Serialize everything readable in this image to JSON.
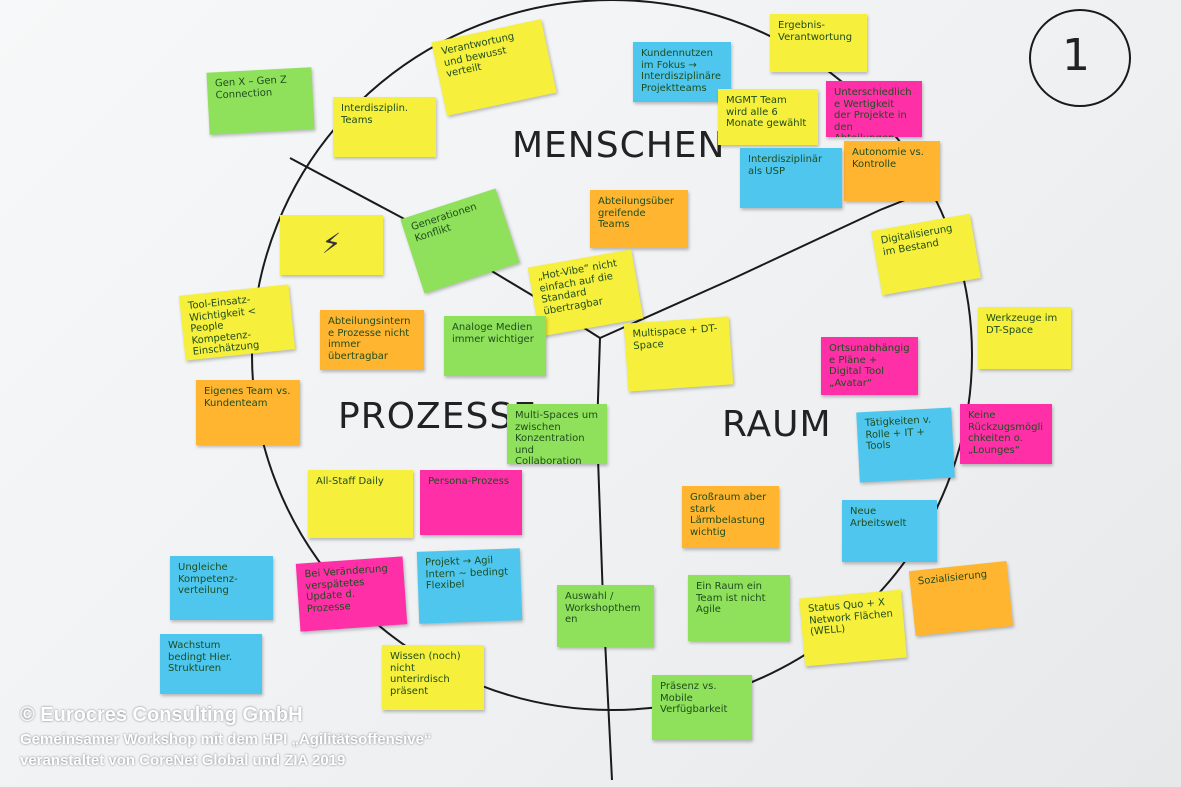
{
  "section_labels": {
    "menschen": "MENSCHEN",
    "prozesse": "PROZESSE",
    "raum": "RAUM",
    "corner_number": "1"
  },
  "footer": {
    "copyright": "© Eurocres Consulting GmbH",
    "line1": "Gemeinsamer Workshop mit dem HPI „Agilitätsoffensive“",
    "line2": "veranstaltet von CoreNet Global und ZIA 2019"
  },
  "notes": [
    {
      "text": "Gen X – Gen Z Connection",
      "color": "#8fe05a"
    },
    {
      "text": "Interdisziplin. Teams",
      "color": "#f6ef3c"
    },
    {
      "text": "Verantwortung und bewusst verteilt",
      "color": "#f6ef3c"
    },
    {
      "text": "Kundennutzen im Fokus → Interdisziplinäre Projektteams",
      "color": "#4fc6ee"
    },
    {
      "text": "Ergebnis-Verantwortung",
      "color": "#f6ef3c"
    },
    {
      "text": "MGMT Team wird alle 6 Monate gewählt",
      "color": "#f6ef3c"
    },
    {
      "text": "Unterschiedliche Wertigkeit der Projekte in den Abteilungen",
      "color": "#ff2fa8"
    },
    {
      "text": "Autonomie vs. Kontrolle",
      "color": "#ffb530"
    },
    {
      "text": "Interdisziplinär als USP",
      "color": "#4fc6ee"
    },
    {
      "text": "⚡",
      "color": "#f6ef3c"
    },
    {
      "text": "Generationen Konflikt",
      "color": "#8fe05a"
    },
    {
      "text": "Abteilungsübergreifende Teams",
      "color": "#ffb530"
    },
    {
      "text": "Digitalisierung im Bestand",
      "color": "#f6ef3c"
    },
    {
      "text": "Tool-Einsatz-Wichtigkeit < People Kompetenz-Einschätzung",
      "color": "#f6ef3c"
    },
    {
      "text": "„Hot-Vibe“ nicht einfach auf die Standard übertragbar",
      "color": "#f6ef3c"
    },
    {
      "text": "Abteilungsinterne Prozesse nicht immer übertragbar",
      "color": "#ffb530"
    },
    {
      "text": "Analoge Medien immer wichtiger",
      "color": "#8fe05a"
    },
    {
      "text": "Multispace + DT-Space",
      "color": "#f6ef3c"
    },
    {
      "text": "Ortsunabhängige Pläne + Digital Tool „Avatar“",
      "color": "#ff2fa8"
    },
    {
      "text": "Werkzeuge im DT-Space",
      "color": "#f6ef3c"
    },
    {
      "text": "Eigenes Team vs. Kundenteam",
      "color": "#ffb530"
    },
    {
      "text": "Multi-Spaces um zwischen Konzentration und Collaboration",
      "color": "#8fe05a"
    },
    {
      "text": "Tätigkeiten v. Rolle + IT + Tools",
      "color": "#4fc6ee"
    },
    {
      "text": "Keine Rückzugsmöglichkeiten o. „Lounges“",
      "color": "#ff2fa8"
    },
    {
      "text": "All-Staff Daily",
      "color": "#f6ef3c"
    },
    {
      "text": "Persona-Prozess",
      "color": "#ff2fa8"
    },
    {
      "text": "Großraum aber stark Lärmbelastung wichtig",
      "color": "#ffb530"
    },
    {
      "text": "Neue Arbeitswelt",
      "color": "#4fc6ee"
    },
    {
      "text": "Ungleiche Kompetenz-verteilung",
      "color": "#4fc6ee"
    },
    {
      "text": "Bei Veränderung verspätetes Update d. Prozesse",
      "color": "#ff2fa8"
    },
    {
      "text": "Projekt → Agil Intern ~ bedingt Flexibel",
      "color": "#4fc6ee"
    },
    {
      "text": "Auswahl / Workshopthemen",
      "color": "#8fe05a"
    },
    {
      "text": "Ein Raum ein Team ist nicht Agile",
      "color": "#8fe05a"
    },
    {
      "text": "Status Quo + X Network Flächen (WELL)",
      "color": "#f6ef3c"
    },
    {
      "text": "Sozialisierung",
      "color": "#ffb530"
    },
    {
      "text": "Wachstum bedingt Hier. Strukturen",
      "color": "#4fc6ee"
    },
    {
      "text": "Wissen (noch) nicht unterirdisch präsent",
      "color": "#f6ef3c"
    },
    {
      "text": "Präsenz vs. Mobile Verfügbarkeit",
      "color": "#8fe05a"
    }
  ]
}
